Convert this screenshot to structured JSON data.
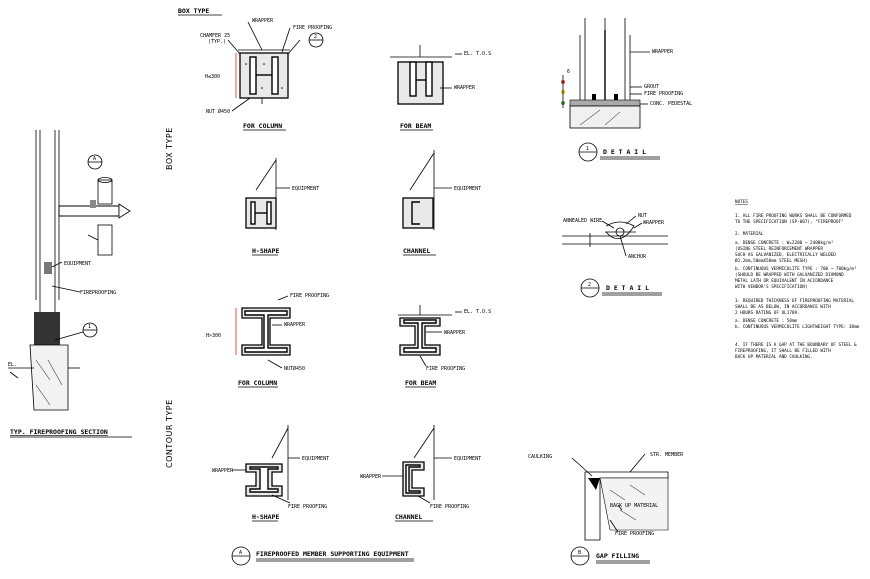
{
  "left_section": {
    "bubble_a": "A",
    "bubble_1": "1",
    "equipment": "EQUIPMENT",
    "fireproofing": "FIREPROOFING",
    "elevation": "EL.",
    "title": "TYP. FIREPROOFING SECTION"
  },
  "side_labels": {
    "box": "BOX TYPE",
    "contour": "CONTOUR TYPE"
  },
  "box_type": {
    "heading": "BOX TYPE",
    "column": {
      "wrapper": "WRAPPER",
      "fire_proofing": "FIRE PROOFING",
      "chamfer": "CHAMFER 25",
      "chamfer_note": "(TYP.)",
      "bubble": "2",
      "height": "H≤300",
      "nut": "NUT Ø450",
      "caption": "FOR COLUMN"
    },
    "beam": {
      "el": "EL. T.O.S",
      "wrapper": "WRAPPER",
      "caption": "FOR BEAM"
    },
    "h_shape": {
      "equipment": "EQUIPMENT",
      "caption": "H-SHAPE"
    },
    "channel": {
      "equipment": "EQUIPMENT",
      "caption": "CHANNEL"
    }
  },
  "contour_type": {
    "column": {
      "fire_proofing": "FIRE PROOFING",
      "wrapper": "WRAPPER",
      "height": "H>300",
      "nut": "NUTØ450",
      "caption": "FOR COLUMN"
    },
    "beam": {
      "el": "EL. T.O.S",
      "wrapper": "WRAPPER",
      "fire_proofing": "FIRE PROOFING",
      "caption": "FOR BEAM"
    },
    "h_shape": {
      "wrapper": "WRAPPER",
      "equipment": "EQUIPMENT",
      "fire_proofing": "FIRE PROOFING",
      "caption": "H-SHAPE"
    },
    "channel": {
      "wrapper": "WRAPPER",
      "equipment": "EQUIPMENT",
      "fire_proofing": "FIRE PROOFING",
      "caption": "CHANNEL"
    }
  },
  "detail_1": {
    "wrapper": "WRAPPER",
    "grout": "GROUT",
    "fire_proofing": "FIRE PROOFING",
    "pedestal": "CONC. PEDESTAL",
    "mark": "6",
    "bubble": "1",
    "title": "D E T A I L"
  },
  "detail_2": {
    "nut": "NUT",
    "annealed": "ANNEALED WIRE",
    "wrapper": "WRAPPER",
    "anchor": "ANCHOR",
    "bubble": "2",
    "title": "D E T A I L"
  },
  "detail_b": {
    "caulking": "CAULKING",
    "member": "STR. MEMBER",
    "backup": "BACK UP MATERIAL",
    "fire_proofing": "FIRE PROOFING",
    "bubble": "B",
    "title": "GAP FILLING"
  },
  "section_a": {
    "bubble": "A",
    "title": "FIREPROOFED MEMBER SUPPORTING EQUIPMENT"
  },
  "notes": {
    "heading": "NOTES",
    "lines": [
      "1. ALL FIRE PROOFING WORKS SHALL BE CONFORMED",
      "   TO THE SPECIFICATION (SP-007), \"FIREPROOF\"",
      "2. MATERIAL",
      "a. DENSE CONCRETE : W=2200 ~ 2400kg/m³",
      "   (USING STEEL REINFORCEMENT WRAPPER",
      "   SUCH AS GALVANIZED, ELECTRICALLY WELDED",
      "   Ø1.2mm,50mmX50mm STEEL MESH)",
      "b. CONTINUOUS VERMICULITE TYPE : 700 ~ 700kg/m³",
      "   (SHOULD BE WRAPPED WITH GALVANIZED DIAMOND",
      "   METAL LATH OR EQUIVALENT IN ACCORDANCE",
      "   WITH VENDOR'S SPECIFICATION)",
      "3. REQUIRED THICKNESS OF FIREPROOFING MATERIAL",
      "   SHALL BE AS BELOW, IN ACCORDANCE WITH",
      "   2 HOURS RATING OF UL1709.",
      "a. DENSE CONCRETE : 50mm",
      "b. CONTINUOUS VERMICULITE LIGHTWEIGHT TYPE: 38mm",
      "4. IF THERE IS A GAP AT THE BOUNDARY OF STEEL &",
      "   FIREPROOFING, IT SHALL BE FILLED WITH",
      "   BACK UP MATERIAL AND CAULKING."
    ]
  }
}
